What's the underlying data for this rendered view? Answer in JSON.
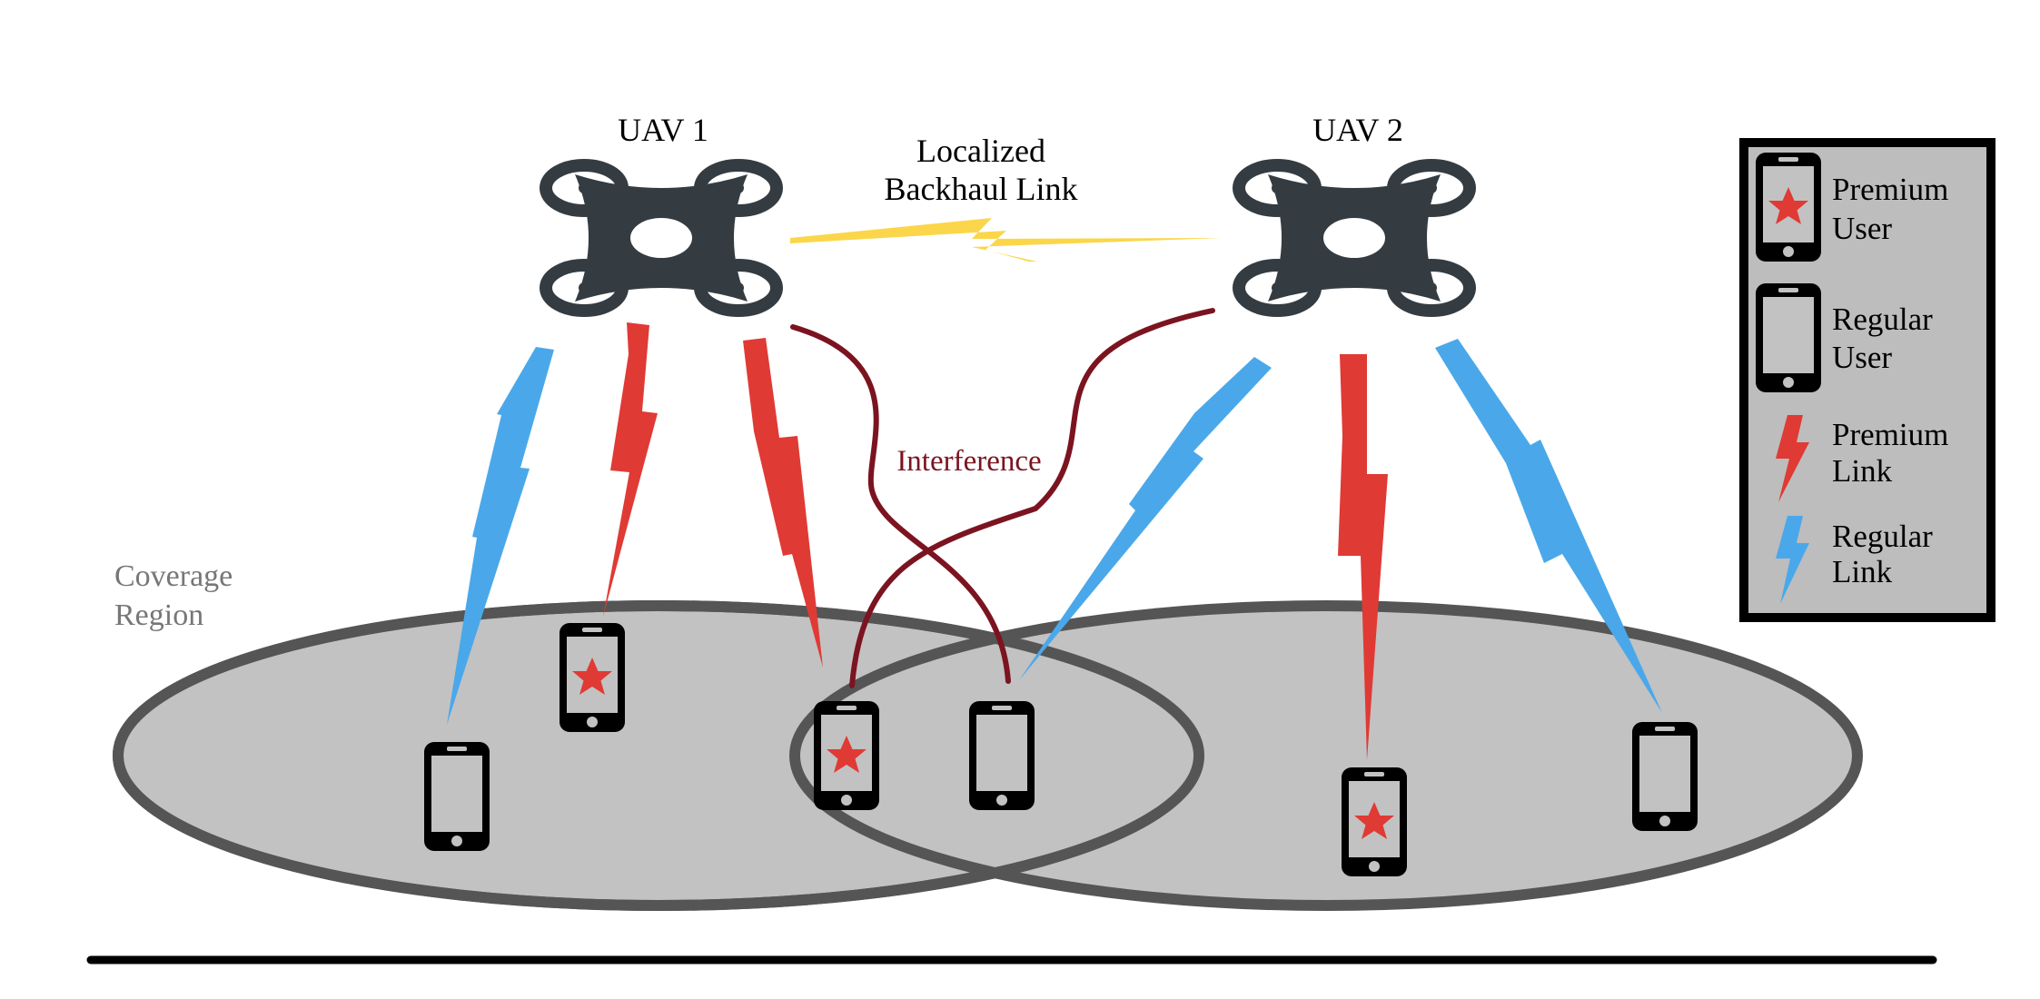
{
  "labels": {
    "uav1": "UAV 1",
    "uav2": "UAV 2",
    "backhaul_line1": "Localized",
    "backhaul_line2": "Backhaul Link",
    "interference": "Interference",
    "coverage_line1": "Coverage",
    "coverage_line2": "Region"
  },
  "legend": {
    "items": [
      {
        "line1": "Premium",
        "line2": "User",
        "icon": "premium-user-phone-icon"
      },
      {
        "line1": "Regular",
        "line2": "User",
        "icon": "regular-user-phone-icon"
      },
      {
        "line1": "Premium",
        "line2": "Link",
        "icon": "premium-link-bolt-icon"
      },
      {
        "line1": "Regular",
        "line2": "Link",
        "icon": "regular-link-bolt-icon"
      }
    ]
  },
  "colors": {
    "premium_link": "#e03a35",
    "regular_link": "#4aa8ea",
    "backhaul": "#fbd64a",
    "interference": "#7b1420",
    "coverage_fill": "#c2c2c2",
    "coverage_stroke": "#555555",
    "uav_body": "#343c42",
    "legend_bg": "#bdbdbd"
  }
}
